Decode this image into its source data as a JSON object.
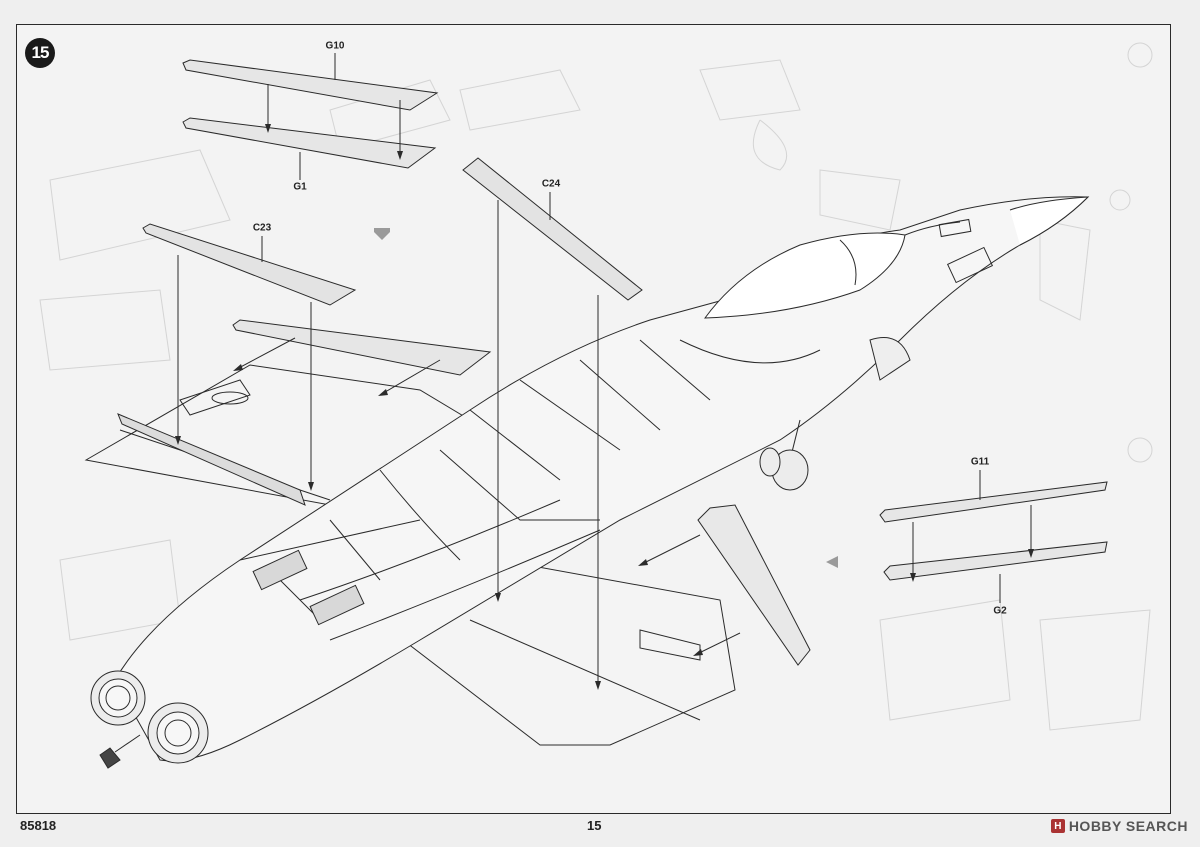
{
  "step": {
    "number": "15"
  },
  "parts": {
    "g10": "G10",
    "g1": "G1",
    "c23": "C23",
    "c24": "C24",
    "g11": "G11",
    "g2": "G2"
  },
  "footer": {
    "kit_number": "85818",
    "page_number": "15",
    "watermark_brand": "HOBBY",
    "watermark_suffix": "SEARCH",
    "watermark_logo": "H"
  },
  "colors": {
    "line": "#2b2b2b",
    "ghost": "#cfcfcf",
    "paper": "#f3f3f3",
    "part_fill": "#d9d9d9"
  }
}
